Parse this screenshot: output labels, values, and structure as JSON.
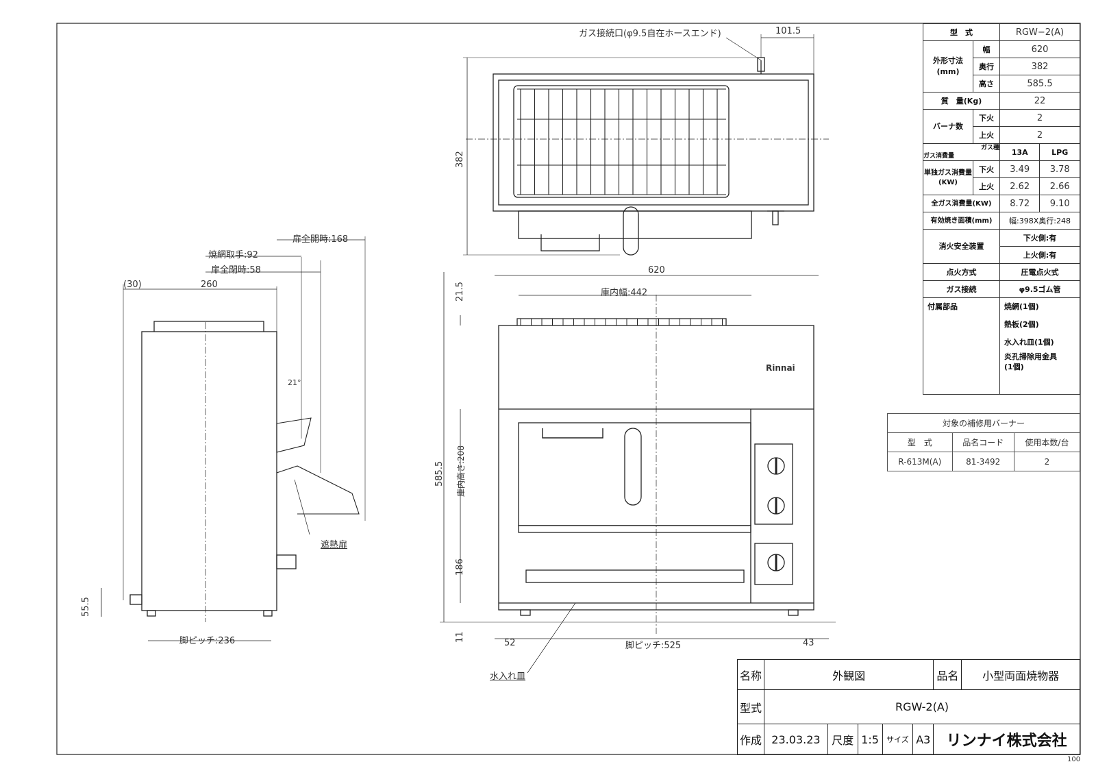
{
  "title_block": {
    "name_label": "名称",
    "name_value": "外観図",
    "product_label": "品名",
    "product_value": "小型両面焼物器",
    "model_label": "型式",
    "model_value": "RGW-2(A)",
    "created_label": "作成",
    "created_value": "23.03.23",
    "scale_label": "尺度",
    "scale_value": "1:5",
    "size_label": "サイズ",
    "size_value": "A3",
    "company": "リンナイ株式会社",
    "sheet_no": "100"
  },
  "spec": {
    "model_label": "型　式",
    "model_value": "RGW−2(A)",
    "dims_label": "外形寸法\n(mm)",
    "width_label": "幅",
    "width": "620",
    "depth_label": "奥行",
    "depth": "382",
    "height_label": "高さ",
    "height": "585.5",
    "mass_label": "質　量(Kg)",
    "mass": "22",
    "burners_label": "バーナ数",
    "lower_label": "下火",
    "upper_label": "上火",
    "burners_lower": "2",
    "burners_upper": "2",
    "gas_type_label": "ガス種",
    "gas_consumption_label": "ガス消費量",
    "gas_13a": "13A",
    "gas_lpg": "LPG",
    "single_label": "単独ガス消費量(KW)",
    "single_lower_13a": "3.49",
    "single_lower_lpg": "3.78",
    "single_upper_13a": "2.62",
    "single_upper_lpg": "2.66",
    "total_label": "全ガス消費量(KW)",
    "total_13a": "8.72",
    "total_lpg": "9.10",
    "effective_label": "有効焼き面積(mm)",
    "effective": "幅:398X奥行:248",
    "safety_label": "消火安全装置",
    "safety_lower": "下火側:有",
    "safety_upper": "上火側:有",
    "ignition_label": "点火方式",
    "ignition": "圧電点火式",
    "gas_conn_label": "ガス接続",
    "gas_conn": "φ9.5ゴム管",
    "accessories_label": "付属部品",
    "accessories": [
      "焼網(1個)",
      "熱板(2個)",
      "水入れ皿(1個)",
      "炎孔掃除用金具\n(1個)"
    ]
  },
  "burner_table": {
    "caption": "対象の補修用バーナー",
    "col_model": "型　式",
    "col_code": "品名コード",
    "col_count": "使用本数/台",
    "model": "R-613M(A)",
    "code": "81-3492",
    "count": "2"
  },
  "labels": {
    "gas_inlet": "ガス接続口(φ9.5自在ホースエンド)",
    "dim_101_5": "101.5",
    "dim_382": "382",
    "dim_620": "620",
    "inner_width": "庫内幅:442",
    "dim_21_5": "21.5",
    "dim_585_5": "585.5",
    "inner_height": "庫内高さ:208",
    "dim_186": "186",
    "dim_11": "11",
    "dim_52": "52",
    "leg_pitch_front": "脚ピッチ:525",
    "dim_43": "43",
    "water_tray": "水入れ皿",
    "door_full_open": "扉全開時:168",
    "grill_handle": "焼網取手:92",
    "door_closed": "扉全閉時:58",
    "dim_30": "(30)",
    "dim_260": "260",
    "angle": "21°",
    "heat_shield": "遮熱扉",
    "dim_55_5": "55.5",
    "leg_pitch_side": "脚ピッチ:236",
    "brand": "Rinnai"
  }
}
